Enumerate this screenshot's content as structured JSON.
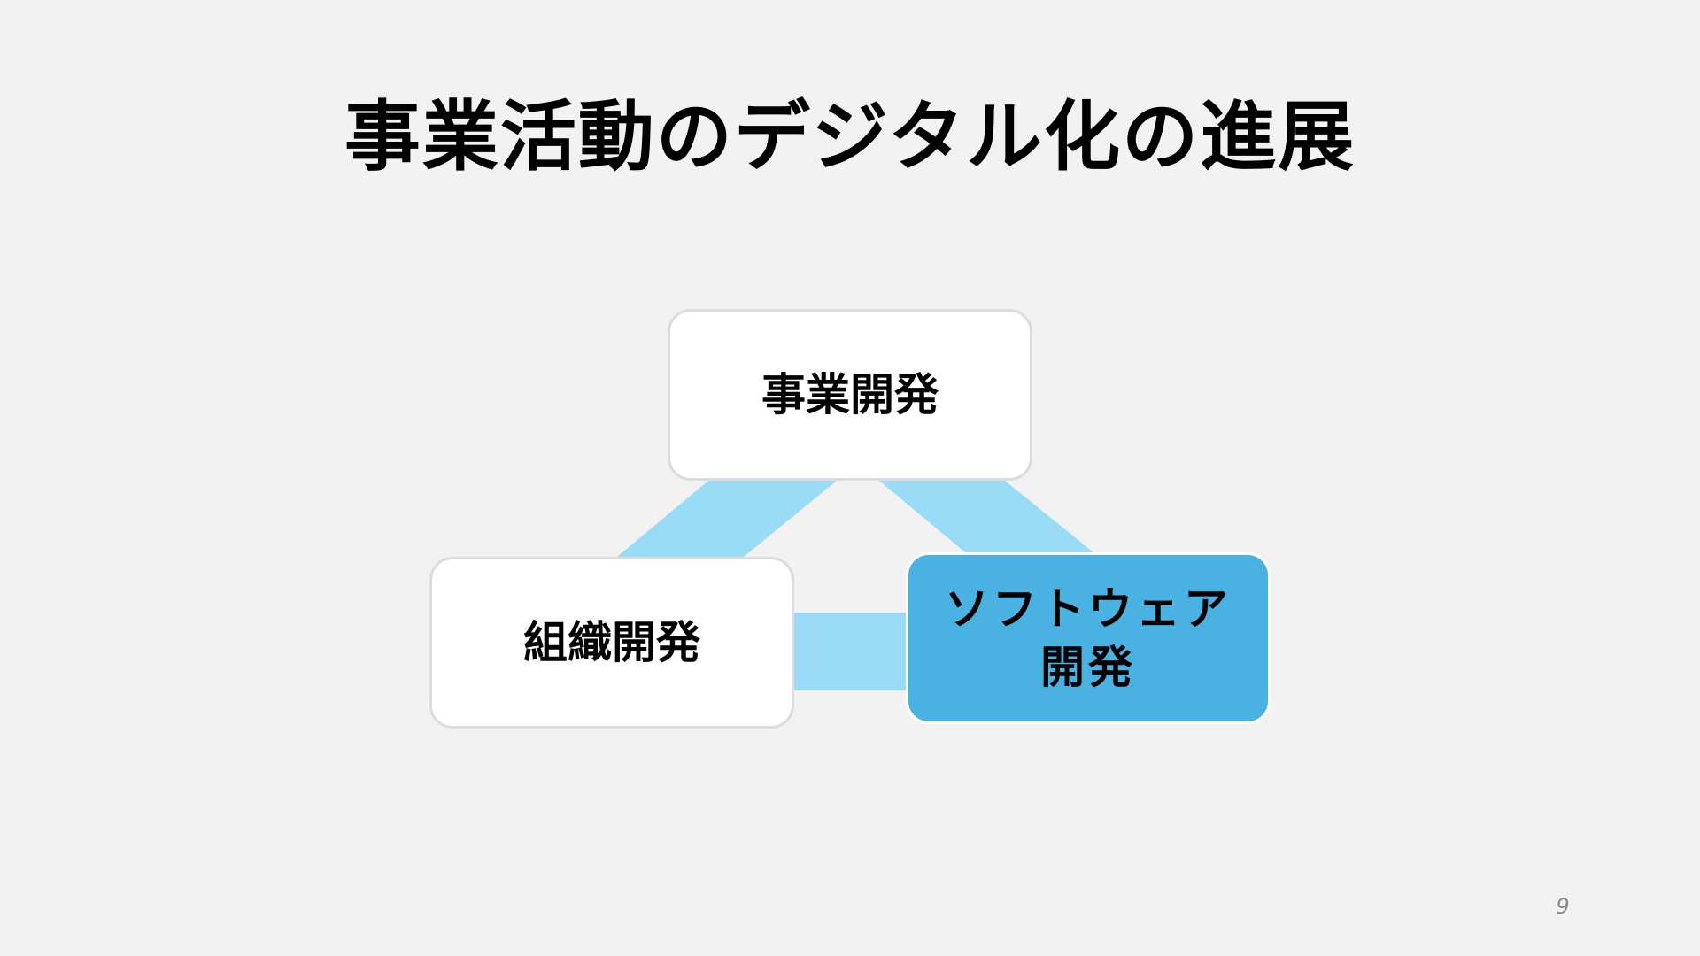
{
  "slide": {
    "title": "事業活動のデジタル化の進展",
    "page_number": "9"
  },
  "diagram": {
    "nodes": {
      "business": "事業開発",
      "organization": "組織開発",
      "software": "ソフトウェア\n開発"
    },
    "colors": {
      "background": "#f2f2f2",
      "node_fill": "#ffffff",
      "node_border": "#dcdcdc",
      "accent_fill": "#4ab2e2",
      "connector": "#9adcf6"
    }
  }
}
